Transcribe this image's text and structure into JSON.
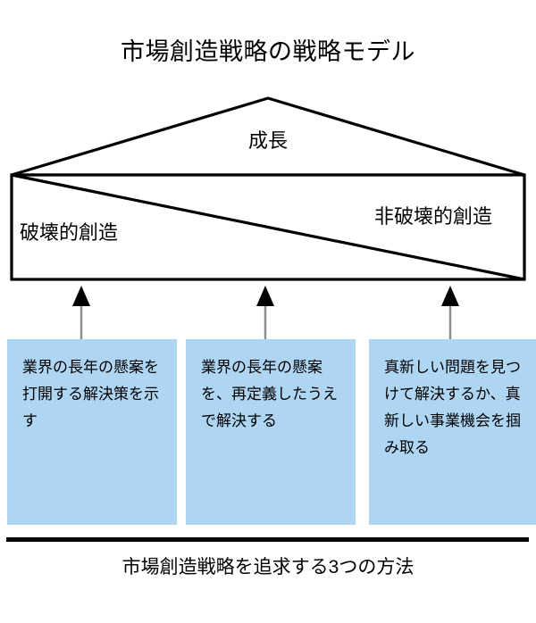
{
  "diagram": {
    "title": "市場創造戦略の戦略モデル",
    "caption": "市場創造戦略を追求する3つの方法",
    "house": {
      "roof_label": "成長",
      "left_label": "破壊的創造",
      "right_label": "非破壊的創造"
    },
    "methods": [
      {
        "text": "業界の長年の懸案を打開する解決策を示す"
      },
      {
        "text": "業界の長年の懸案を、再定義したうえで解決する"
      },
      {
        "text": "真新しい問題を見つけて解決するか、真新しい事業機会を掴み取る"
      }
    ],
    "colors": {
      "box_fill": "#aed5f2",
      "outline": "#000000",
      "arrow": "#7f7f7f",
      "background": "#ffffff"
    }
  },
  "chart_data": {
    "type": "diagram",
    "title": "市場創造戦略の戦略モデル",
    "subtitle": "市場創造戦略を追求する3つの方法",
    "shape": "house (triangular roof over rectangular body split by a diagonal)",
    "roof": {
      "label": "成長"
    },
    "body": {
      "split": "diagonal from top-left to bottom-right",
      "regions": [
        {
          "position": "lower-left",
          "label": "破壊的創造"
        },
        {
          "position": "upper-right",
          "label": "非破壊的創造"
        }
      ]
    },
    "supports": [
      {
        "index": 1,
        "arrow": "up",
        "label": "業界の長年の懸案を打開する解決策を示す"
      },
      {
        "index": 2,
        "arrow": "up",
        "label": "業界の長年の懸案を、再定義したうえで解決する"
      },
      {
        "index": 3,
        "arrow": "up",
        "label": "真新しい問題を見つけて解決するか、真新しい事業機会を掴み取る"
      }
    ]
  }
}
